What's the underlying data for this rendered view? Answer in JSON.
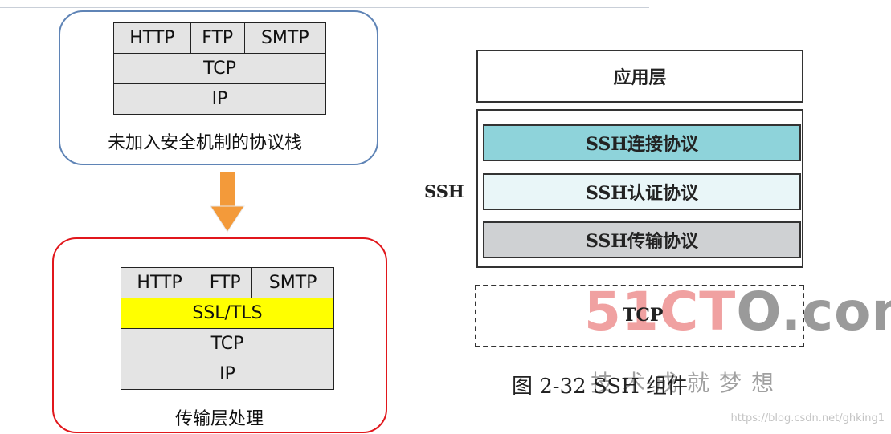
{
  "left_top": {
    "row1": [
      "HTTP",
      "FTP",
      "SMTP"
    ],
    "row2": "TCP",
    "row3": "IP",
    "caption": "未加入安全机制的协议栈"
  },
  "left_bottom": {
    "row1": [
      "HTTP",
      "FTP",
      "SMTP"
    ],
    "row2": "SSL/TLS",
    "row3": "TCP",
    "row4": "IP",
    "caption": "传输层处理"
  },
  "right": {
    "app_layer": "应用层",
    "ssh_label": "SSH",
    "ssh_layers": [
      "SSH连接协议",
      "SSH认证协议",
      "SSH传输协议"
    ],
    "tcp": "TCP",
    "figure_caption": "图 2-32 SSH 组件",
    "watermark_a": "51CT",
    "watermark_b": "O.com",
    "watermark_cn": "技术成就梦想"
  },
  "footer_url": "https://blog.csdn.net/ghking1",
  "colors": {
    "blue_border": "#5f84b6",
    "red_border": "#e1171c",
    "ssl_fill": "#ffff00",
    "arrow": "#f39a3a",
    "ssh_connect": "#8ed3da"
  }
}
